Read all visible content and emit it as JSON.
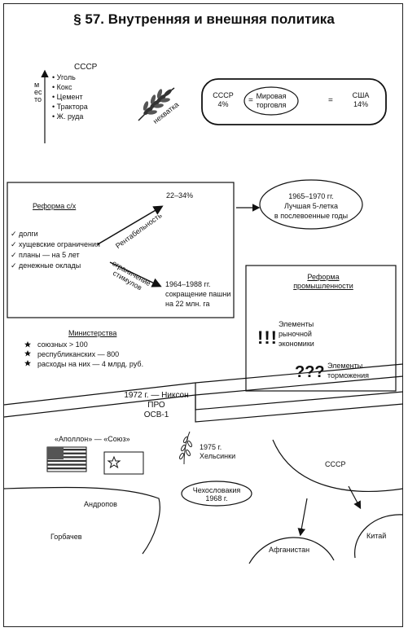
{
  "title": "§ 57. Внутренняя и внешняя политика",
  "ussr_resources": {
    "header": "СССР",
    "axis_label": "место",
    "items": [
      "Уголь",
      "Кокс",
      "Цемент",
      "Трактора",
      "Ж. руда"
    ],
    "wheat_label": "нехватка"
  },
  "world_trade": {
    "left": "СССР",
    "left_value": "4%",
    "eq": "=",
    "center_line1": "Мировая",
    "center_line2": "торговля",
    "right": "США",
    "right_value": "14%"
  },
  "agri_reform": {
    "title": "Реформа с/х",
    "items": [
      "долги",
      "хущевские ограничения",
      "планы — на 5 лет",
      "денежные оклады"
    ],
    "profit_label": "Рентабельность",
    "profit_value": "22–34%",
    "limit_label_1": "ограничение",
    "limit_label_2": "стимулов",
    "limit_years": "1964–1988 гг.",
    "limit_line2": "сокращение пашни",
    "limit_line3": "на 22 млн. га"
  },
  "five_year_plan": {
    "years": "1965–1970 гг.",
    "line2": "Лучшая 5-летка",
    "line3": "в послевоенные годы"
  },
  "industry_reform": {
    "title_line1": "Реформа",
    "title_line2": "промышленности",
    "market_symbol": "!!!",
    "market_line1": "Элементы",
    "market_line2": "рыночной",
    "market_line3": "экономики",
    "brake_symbol": "???",
    "brake_line1": "Элементы",
    "brake_line2": "торможения"
  },
  "ministries": {
    "title": "Министерства",
    "items": [
      "союзных > 100",
      "республиканских — 800",
      "расходы на них — 4 млрд. руб."
    ]
  },
  "nixon": {
    "line1": "1972 г. — Никсон",
    "line2": "ПРО",
    "line3": "ОСВ-1"
  },
  "apollo": {
    "label": "«Аполлон» — «Союз»"
  },
  "helsinki": {
    "line1": "1975 г.",
    "line2": "Хельсинки"
  },
  "czech": {
    "line1": "Чехословакия",
    "line2": "1968 г."
  },
  "leaders": [
    "Андропов",
    "Горбачев"
  ],
  "relations": {
    "ussr": "СССР",
    "afghanistan": "Афганистан",
    "china": "Китай"
  }
}
